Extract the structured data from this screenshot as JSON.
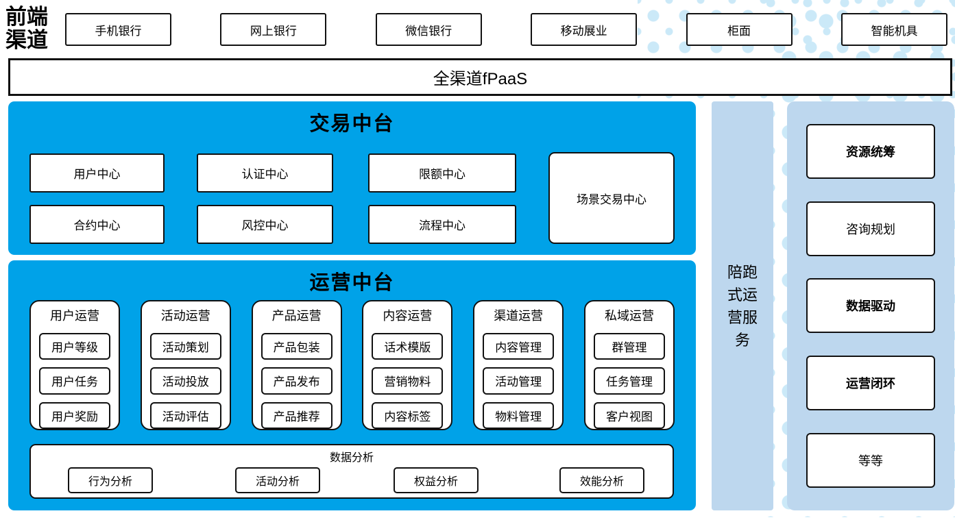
{
  "front_channels": {
    "label": "前端渠道",
    "items": [
      "手机银行",
      "网上银行",
      "微信银行",
      "移动展业",
      "柜面",
      "智能机具"
    ]
  },
  "fpaas": {
    "label": "全渠道fPaaS"
  },
  "transaction": {
    "title": "交易中台",
    "boxes": {
      "user": "用户中心",
      "auth": "认证中心",
      "limit": "限额中心",
      "contract": "合约中心",
      "risk": "风控中心",
      "flow": "流程中心",
      "scene": "场景交易中心"
    }
  },
  "operation": {
    "title": "运营中台",
    "columns": [
      {
        "header": "用户运营",
        "items": [
          "用户等级",
          "用户任务",
          "用户奖励"
        ]
      },
      {
        "header": "活动运营",
        "items": [
          "活动策划",
          "活动投放",
          "活动评估"
        ]
      },
      {
        "header": "产品运营",
        "items": [
          "产品包装",
          "产品发布",
          "产品推荐"
        ]
      },
      {
        "header": "内容运营",
        "items": [
          "话术模版",
          "营销物料",
          "内容标签"
        ]
      },
      {
        "header": "渠道运营",
        "items": [
          "内容管理",
          "活动管理",
          "物料管理"
        ]
      },
      {
        "header": "私域运营",
        "items": [
          "群管理",
          "任务管理",
          "客户视图"
        ]
      }
    ],
    "analysis": {
      "title": "数据分析",
      "items": [
        "行为分析",
        "活动分析",
        "权益分析",
        "效能分析"
      ]
    }
  },
  "side_bar": {
    "label": "陪跑式运营服务"
  },
  "right_panel": {
    "items": [
      {
        "label": "资源统筹"
      },
      {
        "label": "咨询规划"
      },
      {
        "label": "数据驱动"
      },
      {
        "label": "运营闭环"
      },
      {
        "label": "等等"
      }
    ]
  },
  "colors": {
    "accent_blue": "#00A2E8",
    "panel_blue": "#BDD7EE",
    "dot_blue": "#CBE9F8",
    "border": "#111111"
  }
}
